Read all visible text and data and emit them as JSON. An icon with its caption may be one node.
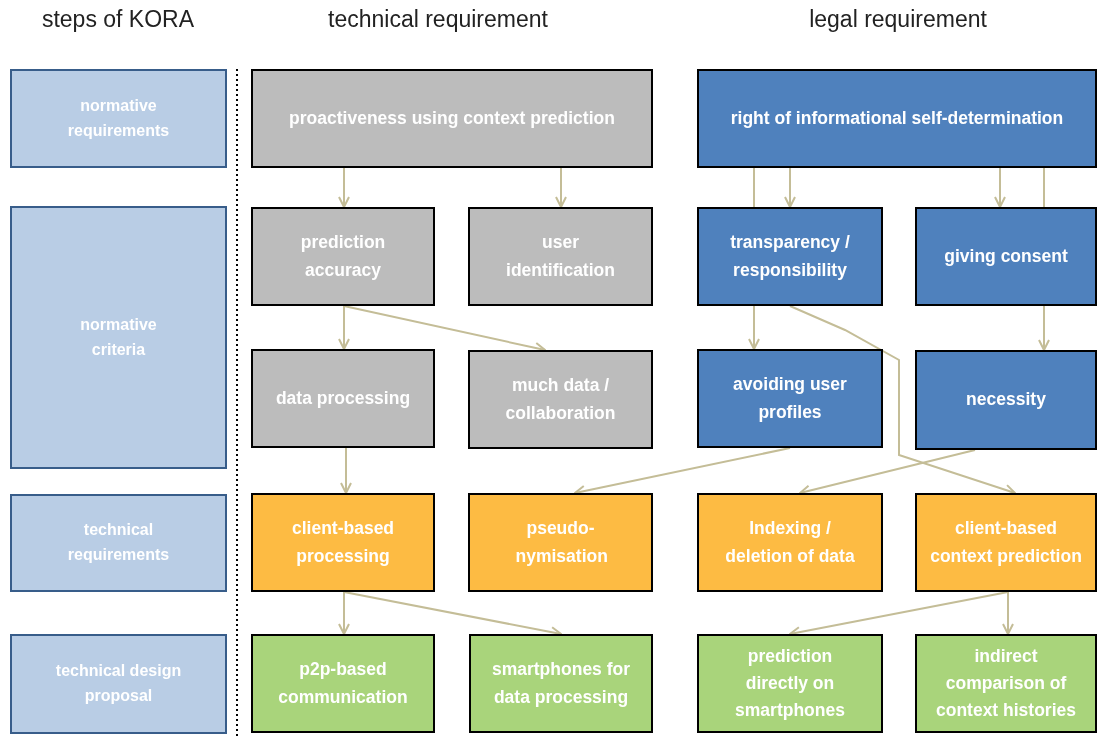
{
  "diagram": {
    "nodes": [
      {
        "text": [
          "normative requirements"
        ]
      },
      {
        "text": [
          "normative criteria"
        ]
      },
      {
        "text": [
          "technical requirements"
        ]
      },
      {
        "text": [
          "technical design proposal"
        ]
      },
      {
        "text": [
          "proactiveness using context prediction"
        ]
      },
      {
        "text": [
          "prediction accuracy"
        ]
      },
      {
        "text": [
          "user identification"
        ]
      },
      {
        "text": [
          "data processing"
        ]
      },
      {
        "text": [
          "much data / collaboration"
        ]
      },
      {
        "text": [
          "client-based processing"
        ]
      },
      {
        "text": [
          "pseudo- nymisation"
        ]
      },
      {
        "text": [
          "p2p-based communication"
        ]
      },
      {
        "text": [
          "smartphones for data processing"
        ]
      },
      {
        "text": [
          "right of informational self-determination"
        ]
      },
      {
        "text": [
          "transparency / responsibility"
        ]
      },
      {
        "text": [
          "giving consent"
        ]
      },
      {
        "text": [
          "avoiding user profiles"
        ]
      },
      {
        "text": [
          "necessity"
        ]
      },
      {
        "text": [
          "Indexing / deletion of data"
        ]
      },
      {
        "text": [
          "client-based context prediction"
        ]
      },
      {
        "text": [
          "prediction directly on smartphones"
        ]
      },
      {
        "text": [
          "indirect comparison of context histories"
        ]
      }
    ],
    "edges": [
      {
        "from": 4,
        "to": 5,
        "arrow": "to"
      },
      {
        "from": 4,
        "to": 6,
        "arrow": "to"
      },
      {
        "from": 5,
        "to": 7,
        "arrow": "to"
      },
      {
        "from": 5,
        "to": 8,
        "arrow": "to"
      },
      {
        "from": 7,
        "to": 9,
        "arrow": "to"
      },
      {
        "from": 9,
        "to": 11,
        "arrow": "to"
      },
      {
        "from": 9,
        "to": 12,
        "arrow": "to"
      },
      {
        "from": 13,
        "to": 14,
        "arrow": "none"
      },
      {
        "from": 13,
        "to": 14,
        "arrow": "to"
      },
      {
        "from": 13,
        "to": 15,
        "arrow": "to"
      },
      {
        "from": 13,
        "to": 15,
        "arrow": "none"
      },
      {
        "from": 14,
        "to": 16,
        "arrow": "to"
      },
      {
        "from": 14,
        "to": 19,
        "arrow": "to"
      },
      {
        "from": 15,
        "to": 17,
        "arrow": "to"
      },
      {
        "from": 16,
        "to": 10,
        "arrow": "to"
      },
      {
        "from": 17,
        "to": 18,
        "arrow": "to"
      },
      {
        "from": 19,
        "to": 20,
        "arrow": "to"
      },
      {
        "from": 19,
        "to": 21,
        "arrow": "to"
      }
    ],
    "labels": [
      "steps of KORA",
      "technical requirement",
      "legal requirement"
    ]
  }
}
